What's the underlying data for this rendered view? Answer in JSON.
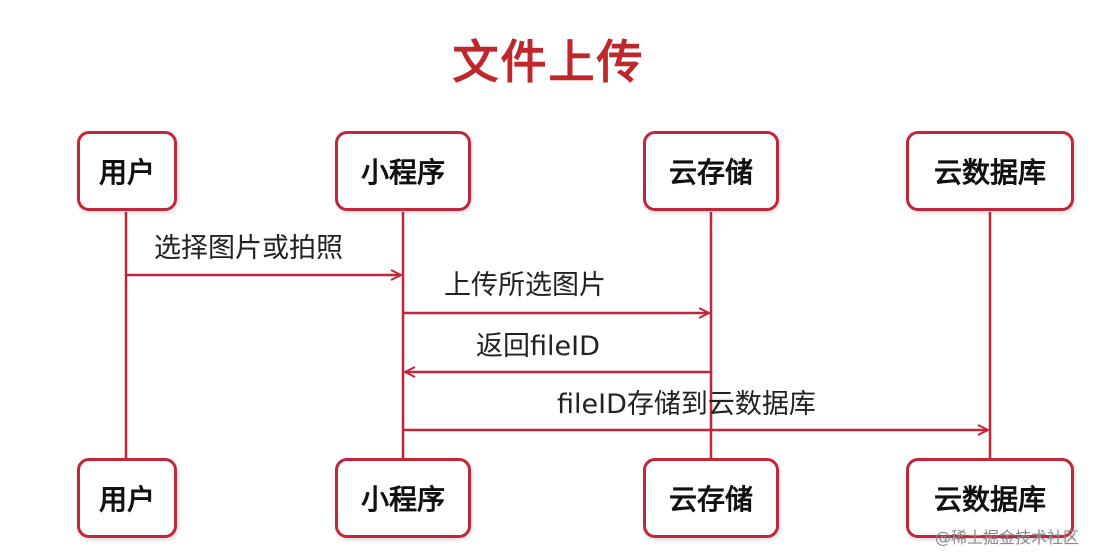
{
  "title": "文件上传",
  "actors": {
    "user": "用户",
    "miniprogram": "小程序",
    "cloud_storage": "云存储",
    "cloud_database": "云数据库"
  },
  "messages": {
    "select_image": "选择图片或拍照",
    "upload_image": "上传所选图片",
    "return_fileid": "返回fileID",
    "store_fileid": "fileID存储到云数据库"
  },
  "watermark": "@稀土掘金技术社区",
  "colors": {
    "accent": "#c0273a",
    "title": "#c0272d"
  }
}
